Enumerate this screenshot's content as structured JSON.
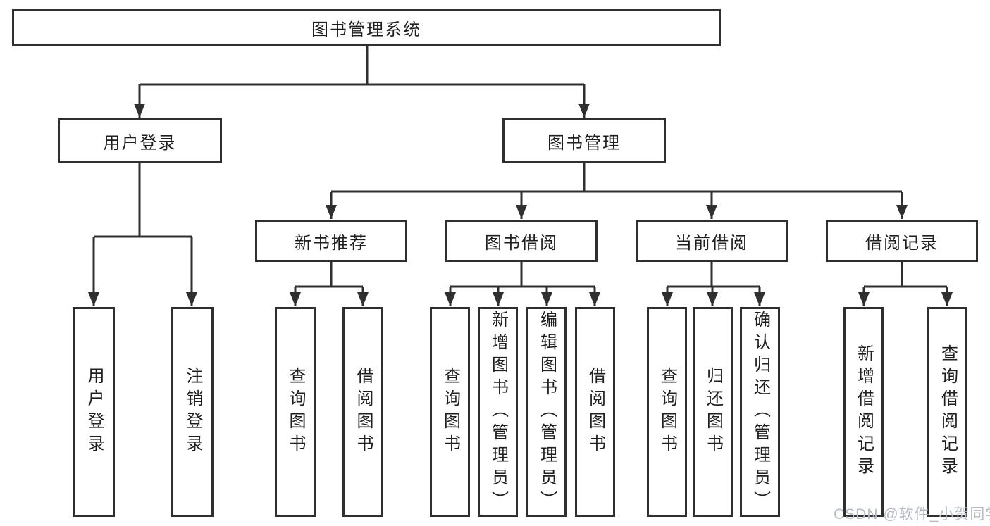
{
  "diagram": {
    "title": "图书管理系统",
    "root_label": "图书管理系统",
    "level2": [
      {
        "label": "用户登录",
        "children": [
          "用户登录",
          "注销登录"
        ]
      },
      {
        "label": "图书管理"
      }
    ],
    "level3": [
      {
        "label": "新书推荐",
        "children": [
          "查询图书",
          "借阅图书"
        ]
      },
      {
        "label": "图书借阅",
        "children": [
          "查询图书",
          "新增图书（管理员）",
          "编辑图书（管理员）",
          "借阅图书"
        ]
      },
      {
        "label": "当前借阅",
        "children": [
          "查询图书",
          "归还图书",
          "确认归还（管理员）"
        ]
      },
      {
        "label": "借阅记录",
        "children": [
          "新增借阅记录",
          "查询借阅记录"
        ]
      }
    ]
  },
  "watermark": {
    "text": "CSDN @软件_小贺同学"
  },
  "colors": {
    "line": "#2f2f2f",
    "box_border": "#2f2f2f",
    "box_fill": "#ffffff",
    "text": "#1f1f1f",
    "watermark": "#b6bbc5",
    "background": "#ffffff"
  }
}
